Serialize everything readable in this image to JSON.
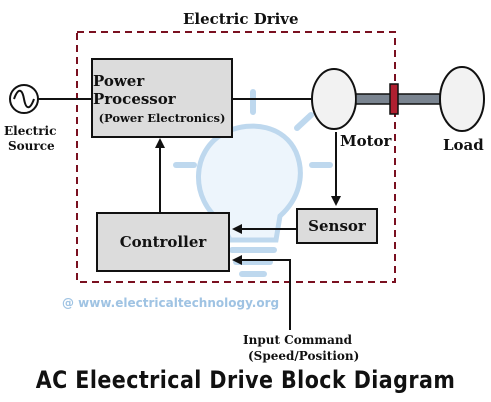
{
  "diagram": {
    "group_title": "Electric Drive",
    "source_label": [
      "Electric",
      "Source"
    ],
    "power_processor": {
      "title": "Power Processor",
      "subtitle": "(Power Electronics)"
    },
    "motor_label": "Motor",
    "load_label": "Load",
    "sensor_label": "Sensor",
    "controller_label": "Controller",
    "input_command": [
      "Input Command",
      "(Speed/Position)"
    ],
    "watermark": "@ www.electricaltechnology.org",
    "footer_title": "AC Eleectrical Drive Block Diagram"
  },
  "colors": {
    "dashed_border": "#7a1020",
    "box_fill": "#dcdcdc",
    "shaft_fill": "#7a8490",
    "coupling_fill": "#b02030",
    "motor_fill": "#f2f2f2",
    "bulb_color": "#a9cbe9"
  },
  "icons": [
    "ac-source-icon",
    "light-bulb-watermark-icon"
  ]
}
